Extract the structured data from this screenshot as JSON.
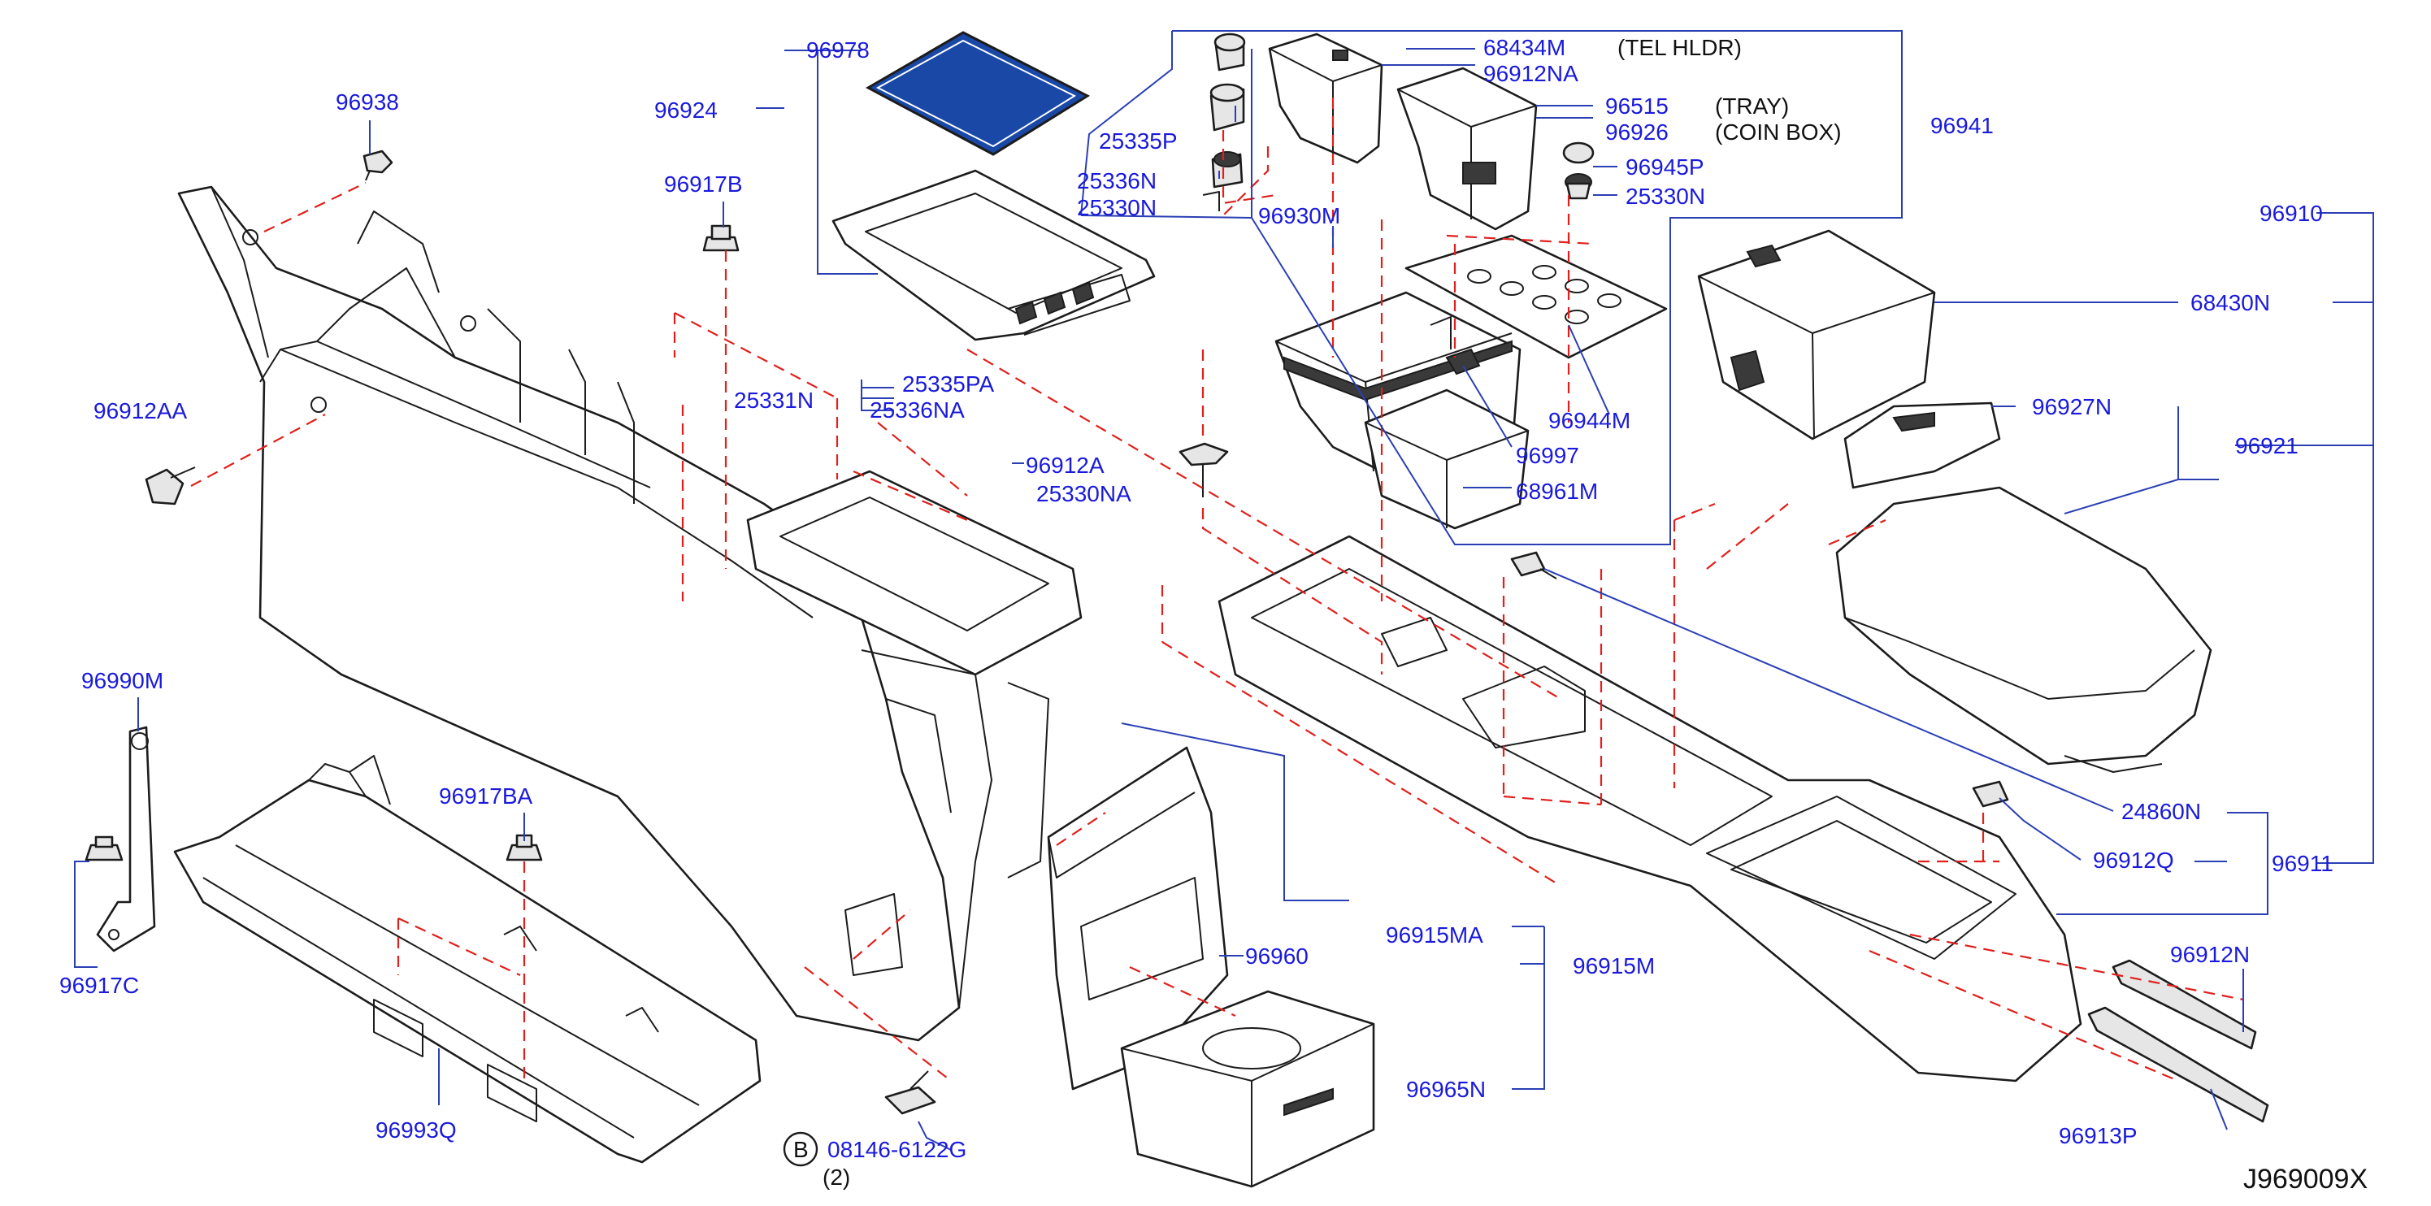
{
  "diagram_id": "J969009X",
  "callout_letter": "B",
  "quantity_note": "(2)",
  "notes": {
    "tel_hldr": "(TEL   HLDR)",
    "tray": "(TRAY)",
    "coin_box": "(COIN   BOX)"
  },
  "part_numbers": {
    "p96938": "96938",
    "p96978": "96978",
    "p96924": "96924",
    "p25335P": "25335P",
    "p25336N": "25336N",
    "p25330N_left": "25330N",
    "p68434M": "68434M",
    "p96912NA": "96912NA",
    "p96515": "96515",
    "p96926": "96926",
    "p96941": "96941",
    "p96945P": "96945P",
    "p25330N_right": "25330N",
    "p96930M": "96930M",
    "p96917B": "96917B",
    "p96910": "96910",
    "p68430N": "68430N",
    "p25331N": "25331N",
    "p25335PA": "25335PA",
    "p25336NA": "25336NA",
    "p96944M": "96944M",
    "p96927N": "96927N",
    "p96921": "96921",
    "p96912AA": "96912AA",
    "p96912A": "96912A",
    "p25330NA": "25330NA",
    "p96997": "96997",
    "p68961M": "68961M",
    "p96990M": "96990M",
    "p24860N": "24860N",
    "p96917BA": "96917BA",
    "p96912Q": "96912Q",
    "p96911": "96911",
    "p96917C": "96917C",
    "p96915MA": "96915MA",
    "p96915M": "96915M",
    "p96960": "96960",
    "p96912N": "96912N",
    "p96965N": "96965N",
    "p96993Q": "96993Q",
    "p96913P": "96913P",
    "p08146_6122G": "08146-6122G"
  }
}
